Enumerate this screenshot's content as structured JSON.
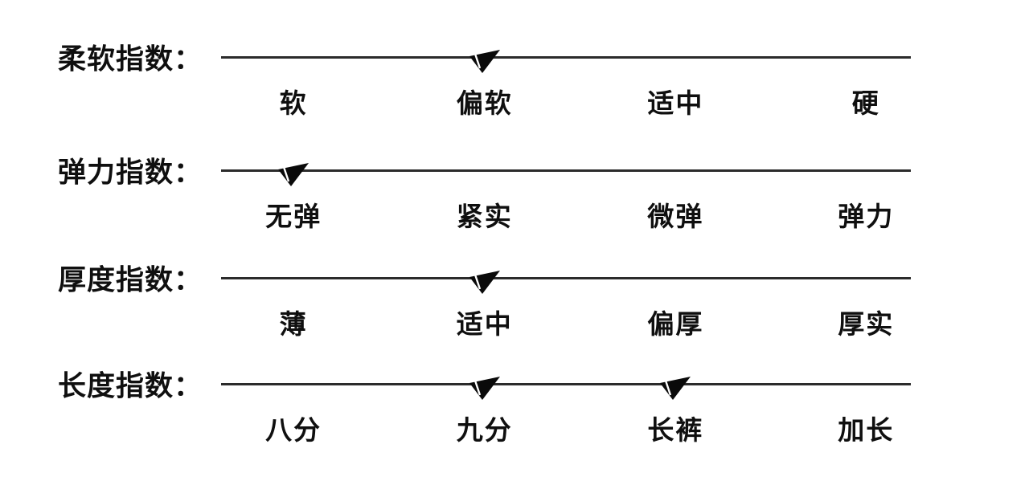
{
  "page": {
    "background_color": "#ffffff",
    "text_color": "#0f0f0f",
    "line_color": "#2b2b2b",
    "marker_color": "#0a0a0a"
  },
  "rows": [
    {
      "label": "柔软指数：",
      "options": [
        "软",
        "偏软",
        "适中",
        "硬"
      ],
      "selected_indices": [
        1
      ],
      "selected_options": [
        "偏软"
      ]
    },
    {
      "label": "弹力指数：",
      "options": [
        "无弹",
        "紧实",
        "微弹",
        "弹力"
      ],
      "selected_indices": [
        0
      ],
      "selected_options": [
        "无弹"
      ]
    },
    {
      "label": "厚度指数：",
      "options": [
        "薄",
        "适中",
        "偏厚",
        "厚实"
      ],
      "selected_indices": [
        1
      ],
      "selected_options": [
        "适中"
      ]
    },
    {
      "label": "长度指数：",
      "options": [
        "八分",
        "九分",
        "长裤",
        "加长"
      ],
      "selected_indices": [
        1,
        2
      ],
      "selected_options": [
        "九分",
        "长裤"
      ]
    }
  ],
  "chart_data": {
    "type": "scatter",
    "description": "Product attribute index scales; a tilted black triangle marker on each horizontal line indicates the selected level among four evenly spaced category labels",
    "rows": [
      {
        "label": "柔软指数",
        "categories": [
          "软",
          "偏软",
          "适中",
          "硬"
        ],
        "selected": [
          "偏软"
        ],
        "marker_positions_fraction": [
          0.382
        ]
      },
      {
        "label": "弹力指数",
        "categories": [
          "无弹",
          "紧实",
          "微弹",
          "弹力"
        ],
        "selected": [
          "无弹"
        ],
        "marker_positions_fraction": [
          0.105
        ]
      },
      {
        "label": "厚度指数",
        "categories": [
          "薄",
          "适中",
          "偏厚",
          "厚实"
        ],
        "selected": [
          "适中"
        ],
        "marker_positions_fraction": [
          0.382
        ]
      },
      {
        "label": "长度指数",
        "categories": [
          "八分",
          "九分",
          "长裤",
          "加长"
        ],
        "selected": [
          "九分",
          "长裤"
        ],
        "marker_positions_fraction": [
          0.382,
          0.659
        ]
      }
    ],
    "legend_position": "none",
    "grid": false
  }
}
